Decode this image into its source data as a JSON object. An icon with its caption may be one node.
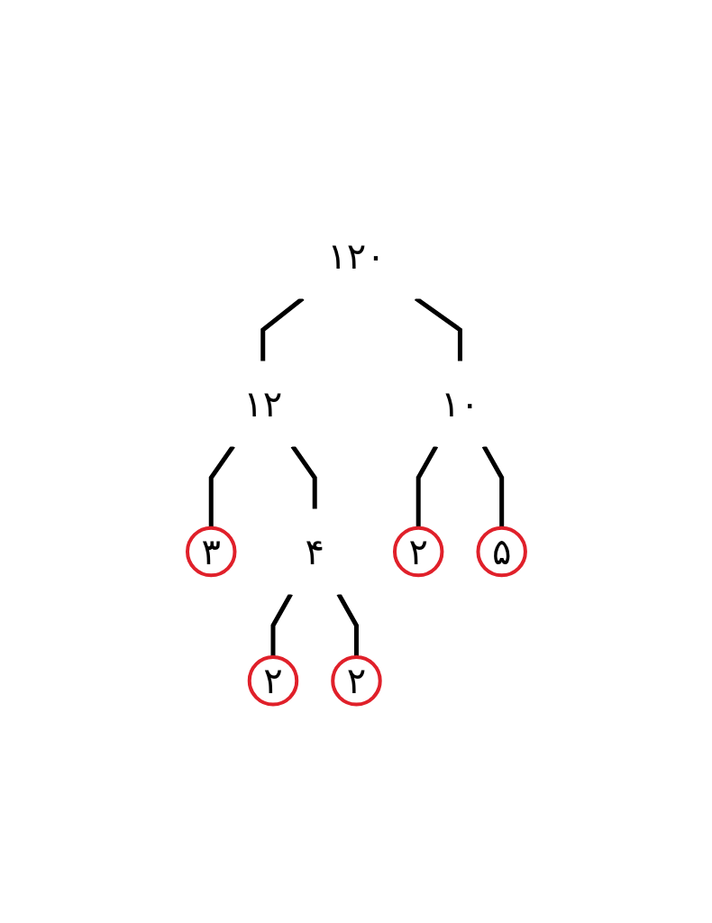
{
  "diagram": {
    "nodes": [
      {
        "text": [
          "۱۲۰"
        ]
      },
      {
        "text": [
          "۱۲"
        ]
      },
      {
        "text": [
          "۱۰"
        ]
      },
      {
        "text": [
          "۳"
        ]
      },
      {
        "text": [
          "۴"
        ]
      },
      {
        "text": [
          "۲"
        ]
      },
      {
        "text": [
          "۵"
        ]
      },
      {
        "text": [
          "۲"
        ]
      },
      {
        "text": [
          "۲"
        ]
      }
    ],
    "edges": [
      {
        "from": 0,
        "to": 1,
        "arrow": "none"
      },
      {
        "from": 0,
        "to": 2,
        "arrow": "none"
      },
      {
        "from": 1,
        "to": 3,
        "arrow": "none"
      },
      {
        "from": 1,
        "to": 4,
        "arrow": "none"
      },
      {
        "from": 2,
        "to": 5,
        "arrow": "none"
      },
      {
        "from": 2,
        "to": 6,
        "arrow": "none"
      },
      {
        "from": 4,
        "to": 7,
        "arrow": "none"
      },
      {
        "from": 4,
        "to": 8,
        "arrow": "none"
      }
    ]
  }
}
